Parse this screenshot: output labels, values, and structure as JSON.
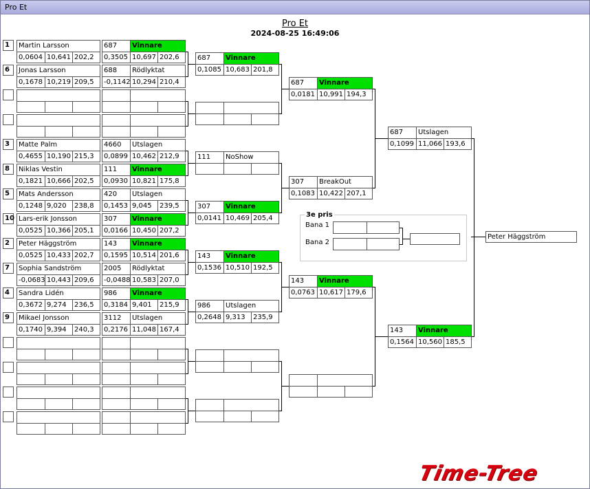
{
  "window": {
    "title": "Pro Et"
  },
  "header": {
    "title": "Pro Et",
    "datetime": "2024-08-25 16:49:06"
  },
  "seeds": [
    "1",
    "6",
    "",
    "",
    "3",
    "8",
    "5",
    "10",
    "2",
    "7",
    "4",
    "9",
    "",
    "",
    "",
    ""
  ],
  "drivers": [
    {
      "name": "Martin Larsson",
      "rt": "0,0604",
      "et": "10,641",
      "speed": "202,2"
    },
    {
      "name": "Jonas Larsson",
      "rt": "0,1678",
      "et": "10,219",
      "speed": "209,5"
    },
    {
      "name": "",
      "rt": "",
      "et": "",
      "speed": ""
    },
    {
      "name": "",
      "rt": "",
      "et": "",
      "speed": ""
    },
    {
      "name": "Matte Palm",
      "rt": "0,4655",
      "et": "10,190",
      "speed": "215,3"
    },
    {
      "name": "Niklas Vestin",
      "rt": "0,1821",
      "et": "10,666",
      "speed": "202,5"
    },
    {
      "name": "Mats Andersson",
      "rt": "0,1248",
      "et": "9,020",
      "speed": "238,8"
    },
    {
      "name": "Lars-erik Jonsson",
      "rt": "0,0525",
      "et": "10,366",
      "speed": "205,1"
    },
    {
      "name": "Peter Häggström",
      "rt": "0,0525",
      "et": "10,433",
      "speed": "202,7"
    },
    {
      "name": "Sophia Sandström",
      "rt": "-0,0683",
      "et": "10,443",
      "speed": "209,6"
    },
    {
      "name": "Sandra Lidén",
      "rt": "0,3672",
      "et": "9,274",
      "speed": "236,5"
    },
    {
      "name": "Mikael Jonsson",
      "rt": "0,1740",
      "et": "9,394",
      "speed": "240,3"
    },
    {
      "name": "",
      "rt": "",
      "et": "",
      "speed": ""
    },
    {
      "name": "",
      "rt": "",
      "et": "",
      "speed": ""
    },
    {
      "name": "",
      "rt": "",
      "et": "",
      "speed": ""
    },
    {
      "name": "",
      "rt": "",
      "et": "",
      "speed": ""
    }
  ],
  "round1": [
    {
      "num": "687",
      "status": "Vinnare",
      "win": true,
      "rt": "0,3505",
      "et": "10,697",
      "speed": "202,6"
    },
    {
      "num": "688",
      "status": "Rödlyktat",
      "win": false,
      "rt": "-0,1142",
      "et": "10,294",
      "speed": "210,4"
    },
    {
      "num": "",
      "status": "",
      "win": false,
      "rt": "",
      "et": "",
      "speed": ""
    },
    {
      "num": "",
      "status": "",
      "win": false,
      "rt": "",
      "et": "",
      "speed": ""
    },
    {
      "num": "4660",
      "status": "Utslagen",
      "win": false,
      "rt": "0,0899",
      "et": "10,462",
      "speed": "212,9"
    },
    {
      "num": "111",
      "status": "Vinnare",
      "win": true,
      "rt": "0,0930",
      "et": "10,821",
      "speed": "175,8"
    },
    {
      "num": "420",
      "status": "Utslagen",
      "win": false,
      "rt": "0,1453",
      "et": "9,045",
      "speed": "239,5"
    },
    {
      "num": "307",
      "status": "Vinnare",
      "win": true,
      "rt": "0,0166",
      "et": "10,450",
      "speed": "207,2"
    },
    {
      "num": "143",
      "status": "Vinnare",
      "win": true,
      "rt": "0,1595",
      "et": "10,514",
      "speed": "201,6"
    },
    {
      "num": "2005",
      "status": "Rödlyktat",
      "win": false,
      "rt": "-0,0488",
      "et": "10,583",
      "speed": "207,0"
    },
    {
      "num": "986",
      "status": "Vinnare",
      "win": true,
      "rt": "0,3184",
      "et": "9,401",
      "speed": "215,9"
    },
    {
      "num": "3112",
      "status": "Utslagen",
      "win": false,
      "rt": "0,2176",
      "et": "11,048",
      "speed": "167,4"
    },
    {
      "num": "",
      "status": "",
      "win": false,
      "rt": "",
      "et": "",
      "speed": ""
    },
    {
      "num": "",
      "status": "",
      "win": false,
      "rt": "",
      "et": "",
      "speed": ""
    },
    {
      "num": "",
      "status": "",
      "win": false,
      "rt": "",
      "et": "",
      "speed": ""
    },
    {
      "num": "",
      "status": "",
      "win": false,
      "rt": "",
      "et": "",
      "speed": ""
    }
  ],
  "round2": [
    {
      "num": "687",
      "status": "Vinnare",
      "win": true,
      "rt": "0,1085",
      "et": "10,683",
      "speed": "201,8"
    },
    {
      "num": "",
      "status": "",
      "win": false,
      "rt": "",
      "et": "",
      "speed": ""
    },
    {
      "num": "111",
      "status": "NoShow",
      "win": false,
      "rt": "",
      "et": "",
      "speed": ""
    },
    {
      "num": "307",
      "status": "Vinnare",
      "win": true,
      "rt": "0,0141",
      "et": "10,469",
      "speed": "205,4"
    },
    {
      "num": "143",
      "status": "Vinnare",
      "win": true,
      "rt": "0,1536",
      "et": "10,510",
      "speed": "192,5"
    },
    {
      "num": "986",
      "status": "Utslagen",
      "win": false,
      "rt": "0,2648",
      "et": "9,313",
      "speed": "235,9"
    },
    {
      "num": "",
      "status": "",
      "win": false,
      "rt": "",
      "et": "",
      "speed": ""
    },
    {
      "num": "",
      "status": "",
      "win": false,
      "rt": "",
      "et": "",
      "speed": ""
    }
  ],
  "round3": [
    {
      "num": "687",
      "status": "Vinnare",
      "win": true,
      "rt": "0,0181",
      "et": "10,991",
      "speed": "194,3"
    },
    {
      "num": "307",
      "status": "BreakOut",
      "win": false,
      "rt": "0,1083",
      "et": "10,422",
      "speed": "207,1"
    },
    {
      "num": "143",
      "status": "Vinnare",
      "win": true,
      "rt": "0,0763",
      "et": "10,617",
      "speed": "179,6"
    },
    {
      "num": "",
      "status": "",
      "win": false,
      "rt": "",
      "et": "",
      "speed": ""
    }
  ],
  "round4": [
    {
      "num": "687",
      "status": "Utslagen",
      "win": false,
      "rt": "0,1099",
      "et": "11,066",
      "speed": "193,6"
    },
    {
      "num": "143",
      "status": "Vinnare",
      "win": true,
      "rt": "0,1564",
      "et": "10,560",
      "speed": "185,5"
    }
  ],
  "champion": "Peter Häggström",
  "third_prize": {
    "title": "3e pris",
    "lane1_label": "Bana 1",
    "lane2_label": "Bana 2",
    "lane1": "",
    "lane2": "",
    "result": ""
  },
  "logo_text": "Time-Tree",
  "colors": {
    "winner": "#00e000",
    "logo": "#d8000f"
  }
}
